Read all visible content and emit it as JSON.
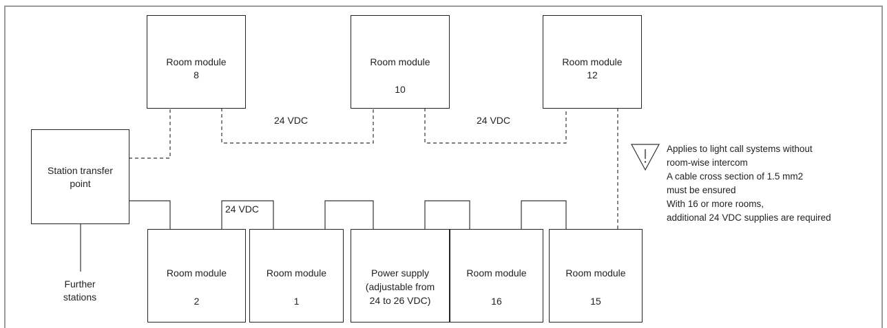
{
  "modules": {
    "m8": {
      "title": "Room module",
      "number": "8"
    },
    "m10": {
      "title": "Room module",
      "number": "10"
    },
    "m12": {
      "title": "Room module",
      "number": "12"
    },
    "m2": {
      "title": "Room module",
      "number": "2"
    },
    "m1": {
      "title": "Room module",
      "number": "1"
    },
    "m16": {
      "title": "Room module",
      "number": "16"
    },
    "m15": {
      "title": "Room module",
      "number": "15"
    }
  },
  "station_transfer": {
    "line1": "Station transfer",
    "line2": "point"
  },
  "power_supply": {
    "line1": "Power supply",
    "line2": "(adjustable from",
    "line3": "24 to 26 VDC)"
  },
  "further_stations": {
    "line1": "Further",
    "line2": "stations"
  },
  "voltage_labels": {
    "top_left": "24 VDC",
    "top_right": "24 VDC",
    "bottom": "24 VDC"
  },
  "note": {
    "icon": "warning-triangle-icon",
    "lines": [
      "Applies to light call systems without",
      "room-wise intercom",
      "A cable cross section of 1.5 mm2",
      "must be ensured",
      "With 16 or more rooms,",
      "additional 24 VDC supplies are required"
    ]
  }
}
